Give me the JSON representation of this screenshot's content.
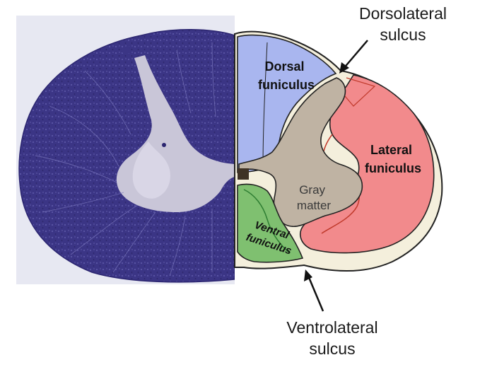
{
  "labels": {
    "dorsolateral": [
      "Dorsolateral",
      "sulcus"
    ],
    "ventrolateral": [
      "Ventrolateral",
      "sulcus"
    ],
    "dorsal_funiculus": [
      "Dorsal",
      "funiculus"
    ],
    "lateral_funiculus": [
      "Lateral",
      "funiculus"
    ],
    "ventral_funiculus": [
      "Ventral",
      "funiculus"
    ],
    "gray_matter": [
      "Gray",
      "matter"
    ]
  },
  "colors": {
    "stain": "#3b3585",
    "stain_light": "#c9c6d8",
    "dorsal": "#a9b6ef",
    "lateral": "#f28a8c",
    "ventral": "#7fc070",
    "gray": "#bfb3a3",
    "outline": "#222222",
    "pia": "#f4efdc"
  }
}
